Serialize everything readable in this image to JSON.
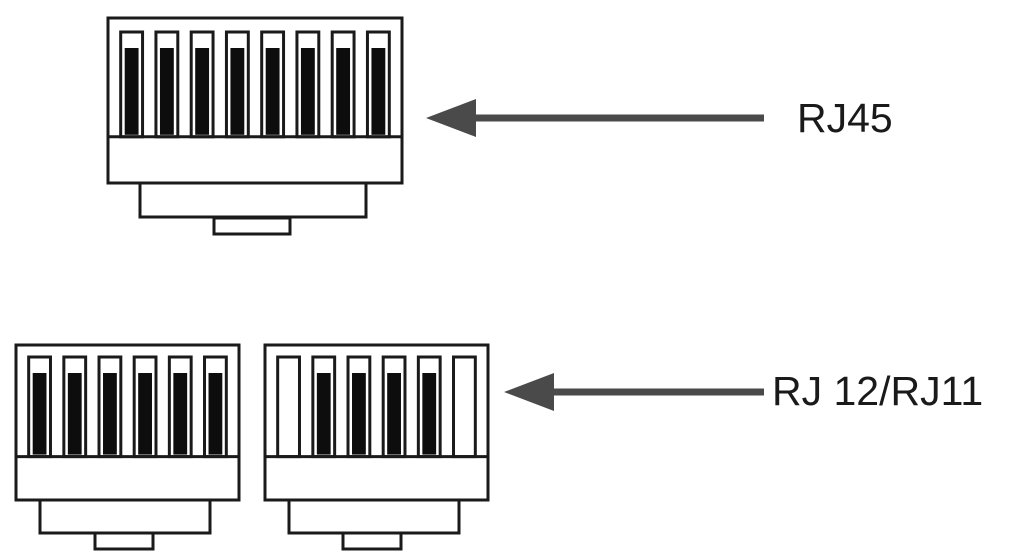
{
  "labels": {
    "rj45": "RJ45",
    "rj12_rj11": "RJ 12/RJ11"
  },
  "connectors": [
    {
      "id": "rj45",
      "slots": 8,
      "filled": [
        1,
        2,
        3,
        4,
        5,
        6,
        7,
        8
      ]
    },
    {
      "id": "rj12",
      "slots": 6,
      "filled": [
        1,
        2,
        3,
        4,
        5,
        6
      ]
    },
    {
      "id": "rj11",
      "slots": 6,
      "filled": [
        2,
        3,
        4,
        5
      ]
    }
  ],
  "colors": {
    "outline": "#1a1a1a",
    "contact": "#0d0d0d",
    "arrow": "#4a4a4a",
    "background": "#ffffff"
  }
}
